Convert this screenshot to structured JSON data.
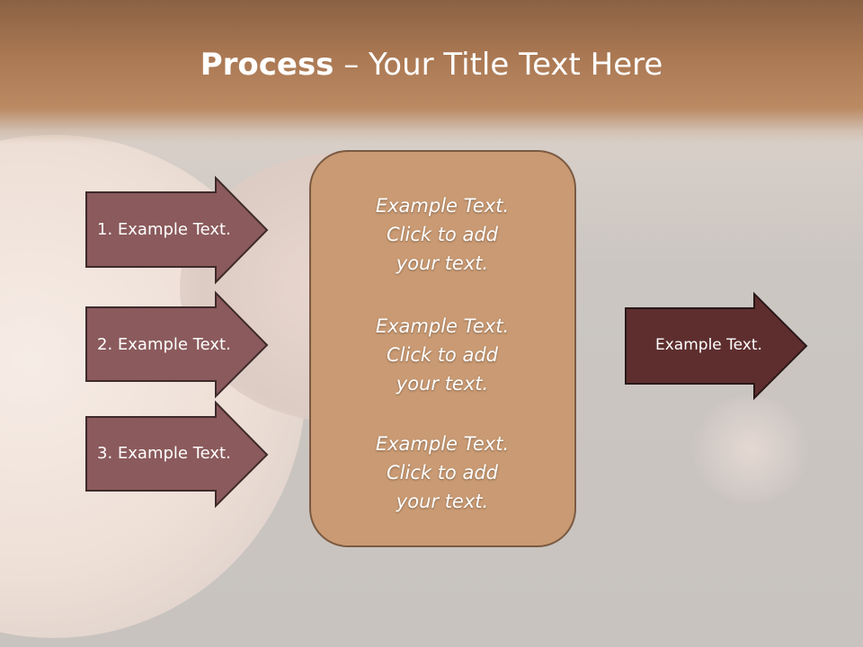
{
  "slide": {
    "title_bold": "Process",
    "title_rest": " – Your Title Text Here"
  },
  "left_items": [
    {
      "label": "1. Example Text."
    },
    {
      "label": "2. Example Text."
    },
    {
      "label": "3. Example Text."
    }
  ],
  "center_box": {
    "blocks": [
      {
        "line1": "Example Text.",
        "line2": "Click  to add",
        "line3": "your text."
      },
      {
        "line1": "Example Text.",
        "line2": "Click  to add",
        "line3": "your text."
      },
      {
        "line1": "Example Text.",
        "line2": "Click  to add",
        "line3": "your text."
      }
    ]
  },
  "right_item": {
    "label": "Example Text."
  },
  "colors": {
    "title_bar": "#a97752",
    "left_arrow_fill": "#8b5a5c",
    "center_box_fill": "#c99a73",
    "right_arrow_fill": "#5e2e2f"
  }
}
